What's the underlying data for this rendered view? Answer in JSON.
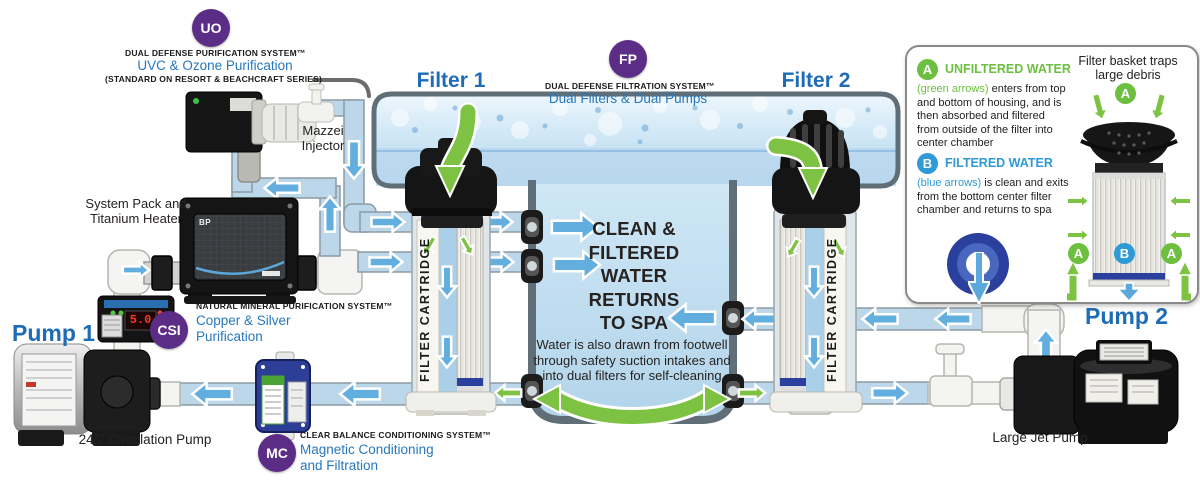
{
  "title_blocks": {
    "uo": {
      "badge": "UO",
      "system": "DUAL DEFENSE PURIFICATION SYSTEM™",
      "name": "UVC & Ozone Purification",
      "note": "(STANDARD ON RESORT & BEACHCRAFT SERIES)"
    },
    "fp": {
      "badge": "FP",
      "system": "DUAL DEFENSE FILTRATION SYSTEM™",
      "name": "Dual Filters & Dual Pumps"
    },
    "csi": {
      "badge": "CSI",
      "system": "NATURAL MINERAL PURIFICATION SYSTEM™",
      "name_line1": "Copper & Silver",
      "name_line2": "Purification"
    },
    "mc": {
      "badge": "MC",
      "system": "CLEAR BALANCE CONDITIONING SYSTEM™",
      "name_line1": "Magnetic Conditioning",
      "name_line2": "and Filtration"
    }
  },
  "equipment": {
    "filter1": "Filter 1",
    "filter2": "Filter 2",
    "pump1": "Pump 1",
    "pump1_type": "24/7 Circulation Pump",
    "pump2": "Pump 2",
    "pump2_type": "Large Jet Pump",
    "mazzei_line1": "Mazzei",
    "mazzei_line2": "Injector",
    "heater_line1": "System Pack and",
    "heater_line2": "Titanium Heater",
    "heater_brand": "BP",
    "cartridge_label": "FILTER CARTRIDGE",
    "csi_meter_reading": "5.0"
  },
  "spa": {
    "headline": [
      "CLEAN &",
      "FILTERED",
      "WATER",
      "RETURNS",
      "TO SPA"
    ],
    "footwell_note": "Water is also drawn from footwell through safety suction intakes and into dual filters for self-cleaning"
  },
  "info_panel": {
    "a_badge": "A",
    "a_title": "UNFILTERED WATER",
    "a_lead": "(green arrows)",
    "a_desc": "enters from top and bottom of housing, and is then absorbed and filtered from outside of the filter into center chamber",
    "b_badge": "B",
    "b_title": "FILTERED WATER",
    "b_lead": "(blue arrows)",
    "b_desc": "is clean and exits from the bottom center filter chamber and returns to spa",
    "caption_line1": "Filter basket traps",
    "caption_line2": "large debris"
  },
  "colors": {
    "badge_purple": "#5c2d87",
    "heading_blue": "#1e6cb5",
    "subtitle_blue": "#2777bc",
    "arrow_blue": "#62aede",
    "arrow_green": "#7dc242",
    "unfiltered_green": "#6cbf3f",
    "filtered_blue": "#2f9ad6",
    "pipe_fill": "#bcd6ea",
    "spa_outline": "#5f6e77",
    "meter_red": "#ff3322",
    "text_dark": "#262220"
  }
}
